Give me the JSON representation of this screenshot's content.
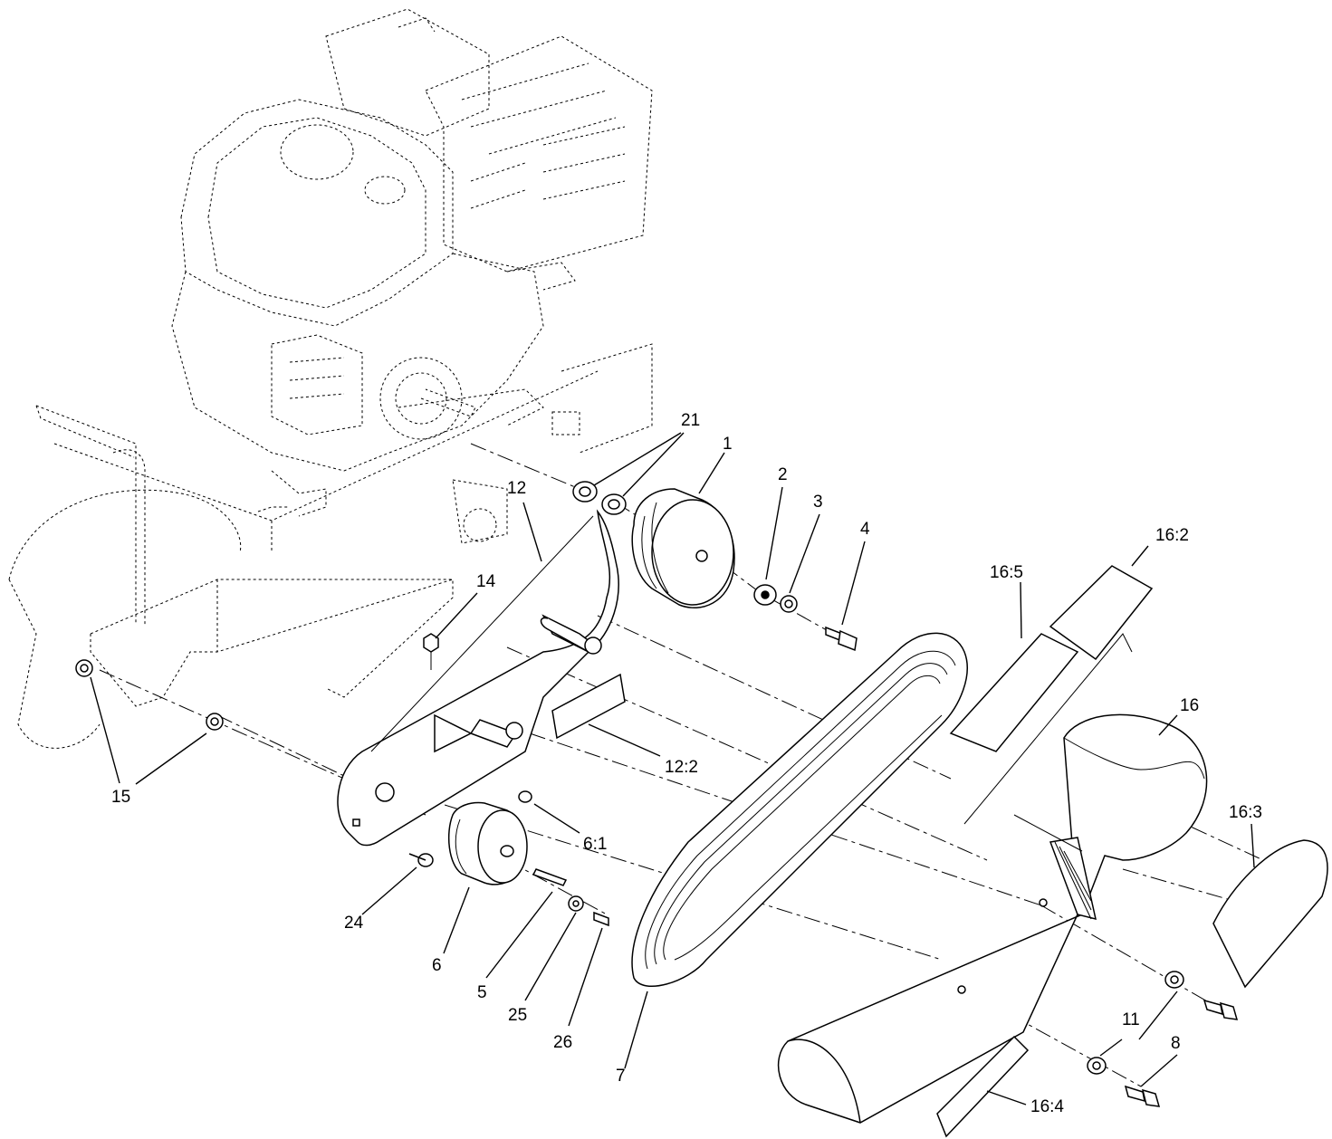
{
  "callouts": {
    "c1": "1",
    "c2": "2",
    "c3": "3",
    "c4": "4",
    "c5": "5",
    "c6": "6",
    "c6_1": "6:1",
    "c7": "7",
    "c8": "8",
    "c11": "11",
    "c12": "12",
    "c12_2": "12:2",
    "c14": "14",
    "c15": "15",
    "c16": "16",
    "c16_2": "16:2",
    "c16_3": "16:3",
    "c16_4": "16:4",
    "c16_5": "16:5",
    "c21": "21",
    "c24": "24",
    "c25": "25",
    "c26": "26"
  }
}
